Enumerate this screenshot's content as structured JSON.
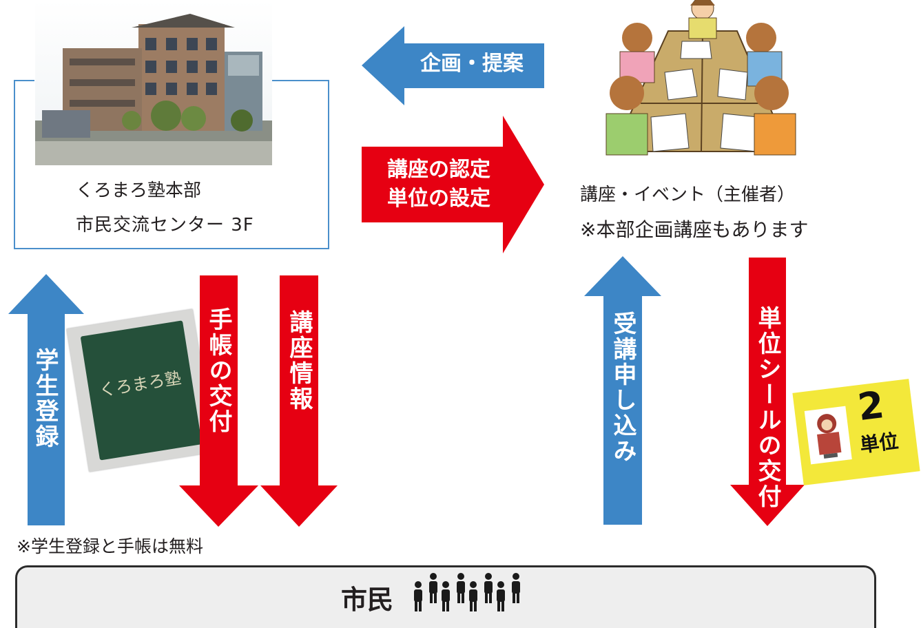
{
  "hq": {
    "name": "くろまろ塾本部",
    "location": "市民交流センター 3F"
  },
  "organizer": {
    "name": "講座・イベント（主催者）",
    "note": "※本部企画講座もあります"
  },
  "arrows": {
    "proposal": "企画・提案",
    "certification": "講座の認定",
    "credit_setting": "単位の設定",
    "student_registration": "学生登録",
    "notebook_issue": "手帳の交付",
    "course_info": "講座情報",
    "enrollment": "受講申し込み",
    "credit_sticker": "単位シールの交付"
  },
  "notebook_cover": "くろまろ塾",
  "credit_sticker": {
    "number": "2",
    "unit": "単位"
  },
  "free_note": "※学生登録と手帳は無料",
  "citizens": "市民",
  "colors": {
    "blue": "#3d86c6",
    "red": "#e60012",
    "yellow": "#f3e83a",
    "box_border": "#3d86c6",
    "footer_bg": "#eeeeee"
  }
}
